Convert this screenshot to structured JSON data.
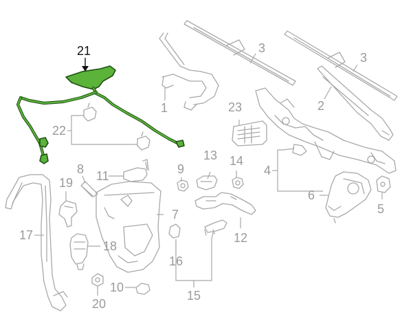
{
  "callouts": {
    "p1": "1",
    "p2": "2",
    "p3a": "3",
    "p3b": "3",
    "p4": "4",
    "p5": "5",
    "p6": "6",
    "p7": "7",
    "p8": "8",
    "p9": "9",
    "p10": "10",
    "p11": "11",
    "p12": "12",
    "p13": "13",
    "p14": "14",
    "p15": "15",
    "p16": "16",
    "p17": "17",
    "p18": "18",
    "p19": "19",
    "p20": "20",
    "p21": "21",
    "p22": "22",
    "p23": "23"
  },
  "colors": {
    "highlight": "#5bb33a",
    "outline": "#a8a8a8",
    "label": "#9a9a9a"
  }
}
